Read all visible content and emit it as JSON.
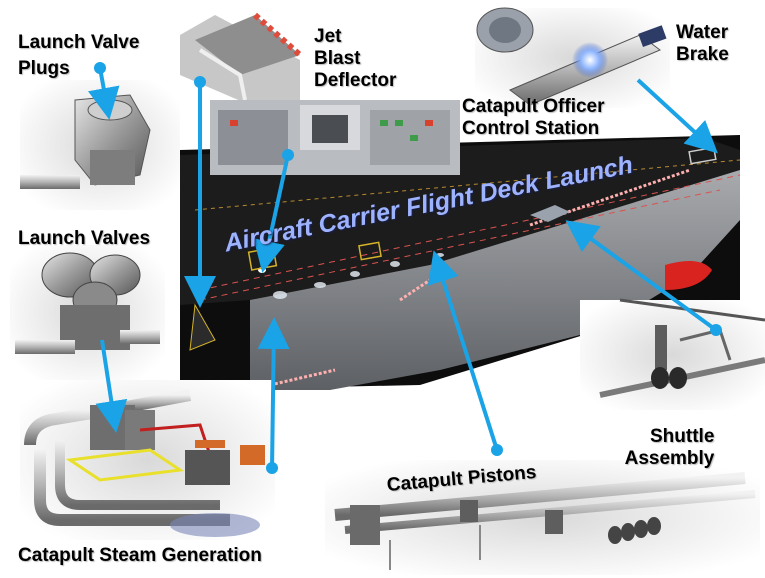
{
  "title": "Aircraft Carrier Flight Deck Launch",
  "labels": {
    "launch_valve_plugs_1": "Launch Valve",
    "launch_valve_plugs_2": "Plugs",
    "jet_blast_1": "Jet",
    "jet_blast_2": "Blast",
    "jet_blast_3": "Deflector",
    "water_brake_1": "Water",
    "water_brake_2": "Brake",
    "catapult_officer_1": "Catapult Officer",
    "catapult_officer_2": "Control Station",
    "launch_valves": "Launch Valves",
    "shuttle_1": "Shuttle",
    "shuttle_2": "Assembly",
    "catapult_pistons": "Catapult Pistons",
    "catapult_steam": "Catapult Steam Generation"
  },
  "colors": {
    "connector": "#1aa3e6",
    "deck": "#1c1c1c",
    "hull": "#8f9196",
    "title": "#9eb3ff",
    "red_hull": "#d8231f"
  }
}
